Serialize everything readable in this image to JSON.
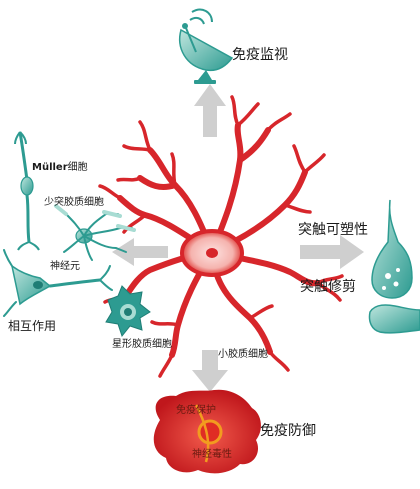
{
  "labels": {
    "immune_surveillance": "免疫监视",
    "muller_cell_prefix": "Müller",
    "muller_cell_suffix": "细胞",
    "oligodendrocyte": "少突胶质细胞",
    "neuron": "神经元",
    "interaction": "相互作用",
    "astrocyte": "星形胶质细胞",
    "microglia": "小胶质细胞",
    "synaptic_plasticity": "突触可塑性",
    "synaptic_pruning": "突触修剪",
    "immune_defense": "免疫防御",
    "immune_protection": "免疫保护",
    "neurotoxicity": "神经毒性"
  },
  "colors": {
    "microglia_red": "#d7262b",
    "microglia_light": "#f2a6a3",
    "glia_teal": "#2d9b91",
    "glia_teal_light": "#a8dcd3",
    "arrow_gray": "#cfcfcf",
    "label_text": "#1a1a1a",
    "defense_red": "#c0171c",
    "defense_orange": "#f29c1f"
  },
  "icons": [
    "satellite-dish-icon",
    "synapse-icon"
  ]
}
